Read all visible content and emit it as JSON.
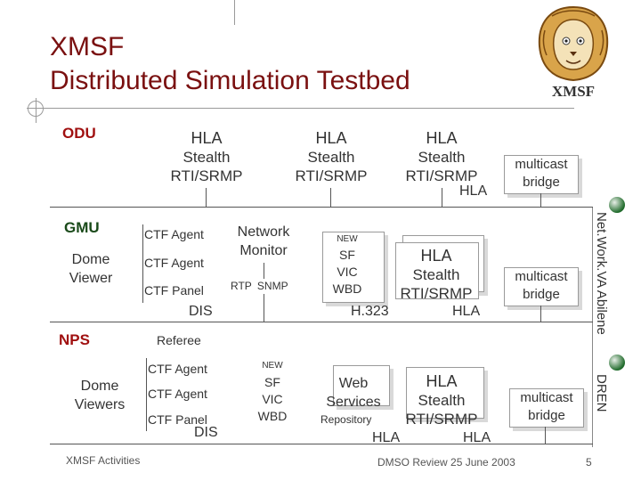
{
  "slide": {
    "title_line1": "XMSF",
    "title_line2": "Distributed Simulation Testbed",
    "logo_text": "XMSF"
  },
  "odu": {
    "label": "ODU",
    "hla_boxes": [
      {
        "l1": "HLA",
        "l2": "Stealth",
        "l3": "RTI/SRMP"
      },
      {
        "l1": "HLA",
        "l2": "Stealth",
        "l3": "RTI/SRMP"
      },
      {
        "l1": "HLA",
        "l2": "Stealth",
        "l3": "RTI/SRMP"
      }
    ],
    "hla_label": "HLA",
    "multicast": "multicast\nbridge"
  },
  "gmu": {
    "label": "GMU",
    "dome_viewer": "Dome\nViewer",
    "ctf_agent_1": "CTF Agent",
    "ctf_agent_2": "CTF Agent",
    "ctf_panel": "CTF Panel",
    "dis": "DIS",
    "network_monitor": "Network\nMonitor",
    "rtp_snmp": "RTP SNMP",
    "new": "NEW",
    "sf_vic_wbd": "SF\nVIC\nWBD",
    "hla_box": {
      "l1": "HLA",
      "l2": "Stealth",
      "l3": "RTI/SRMP"
    },
    "h323": "H.323",
    "hla_label": "HLA",
    "multicast": "multicast\nbridge"
  },
  "nps": {
    "label": "NPS",
    "referee": "Referee",
    "dome_viewers": "Dome\nViewers",
    "ctf_agent_1": "CTF Agent",
    "ctf_agent_2": "CTF Agent",
    "ctf_panel": "CTF Panel",
    "dis": "DIS",
    "new": "NEW",
    "sf_vic_wbd": "SF\nVIC\nWBD",
    "web_services": "Web\nServices",
    "repository": "Repository",
    "hla_box": {
      "l1": "HLA",
      "l2": "Stealth",
      "l3": "RTI/SRMP"
    },
    "hla_left": "HLA",
    "hla_right": "HLA",
    "multicast": "multicast\nbridge"
  },
  "network": {
    "top_label": "Net.Work.VA Abilene",
    "bottom_label": "DREN"
  },
  "footer": {
    "left": "XMSF Activities",
    "center": "DMSO Review 25 June 2003",
    "page": "5"
  },
  "colors": {
    "title": "#7a1010",
    "section": "#a01010",
    "gmu": "#1a4a1a",
    "dot": "#1f6a2a"
  }
}
